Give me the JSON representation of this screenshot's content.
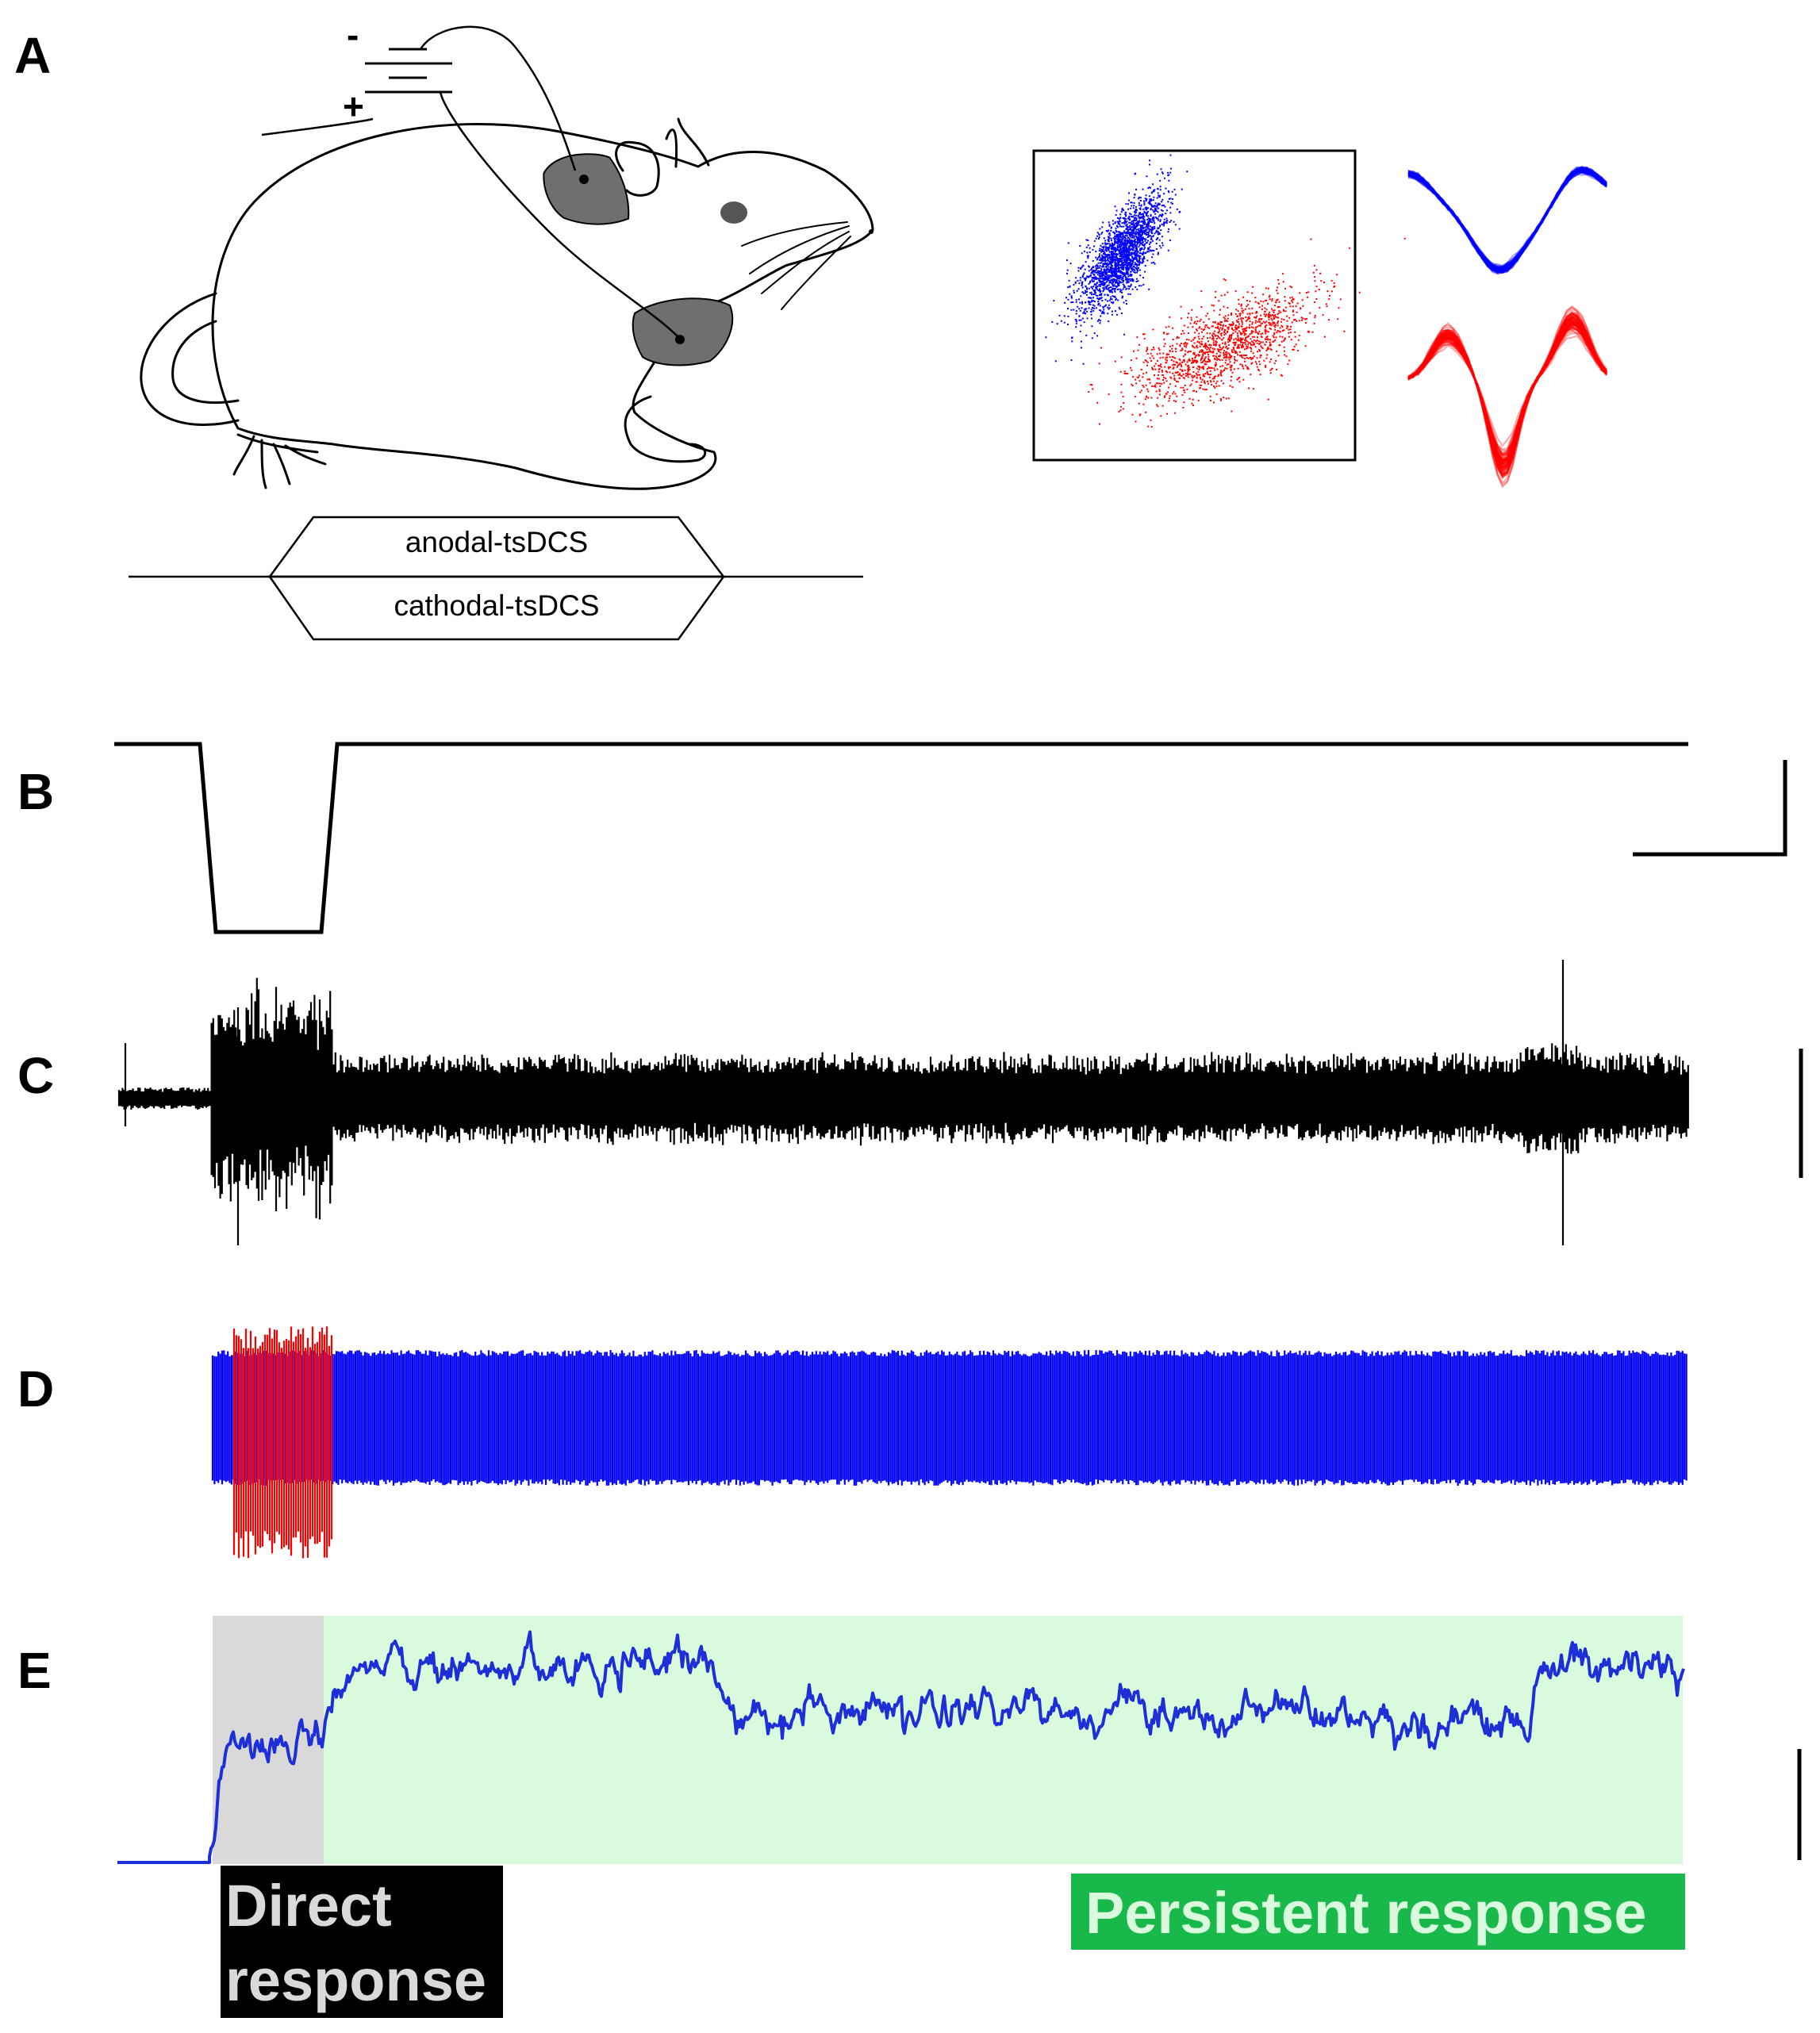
{
  "panels": {
    "a": "A",
    "b": "B",
    "c": "C",
    "d": "D",
    "e": "E"
  },
  "battery": {
    "minus": "-",
    "plus": "+"
  },
  "conditions": {
    "anodal": "anodal-tsDCS",
    "cathodal": "cathodal-tsDCS"
  },
  "responses": {
    "direct_line1": "Direct",
    "direct_line2": "response",
    "persistent": "Persistent response"
  },
  "colors": {
    "unit_1": "#0000ff",
    "unit_2": "#ff0000",
    "trace": "#000000",
    "rate": "#1d2fd6",
    "direct_shade": "#d9d9d9",
    "persistent_shade": "#d9fadc",
    "persistent_label_bg": "#19b84a",
    "persistent_label_text": "#d9fadc",
    "direct_label_bg": "#000000",
    "direct_label_text": "#d9d9d9",
    "electrode_pad": "#6f6f6f"
  }
}
